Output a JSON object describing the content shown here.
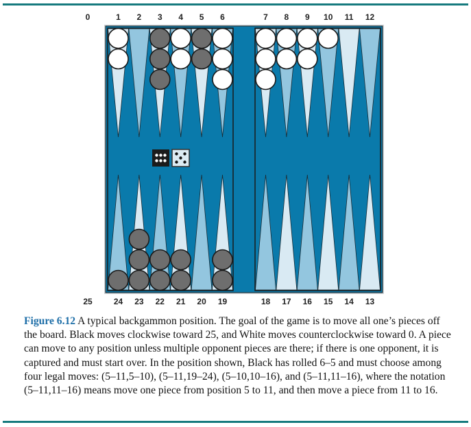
{
  "colors": {
    "board": "#0a7aab",
    "point_light": "#d9eaf3",
    "point_medium": "#93c6df",
    "white_checker": "#ffffff",
    "black_checker": "#6e6e6e",
    "rule": "#167a7e",
    "figure_label": "#1f6fa8"
  },
  "labels": {
    "top": [
      "1",
      "2",
      "3",
      "4",
      "5",
      "6",
      "7",
      "8",
      "9",
      "10",
      "11",
      "12"
    ],
    "bottom": [
      "24",
      "23",
      "22",
      "21",
      "20",
      "19",
      "18",
      "17",
      "16",
      "15",
      "14",
      "13"
    ],
    "top_bar": "0",
    "bottom_bar": "25"
  },
  "checkers": {
    "top": [
      {
        "point": 1,
        "color": "white",
        "count": 2
      },
      {
        "point": 3,
        "color": "black",
        "count": 3
      },
      {
        "point": 4,
        "color": "white",
        "count": 2
      },
      {
        "point": 5,
        "color": "black",
        "count": 2
      },
      {
        "point": 6,
        "color": "white",
        "count": 3
      },
      {
        "point": 7,
        "color": "white",
        "count": 3
      },
      {
        "point": 8,
        "color": "white",
        "count": 2
      },
      {
        "point": 9,
        "color": "white",
        "count": 2
      },
      {
        "point": 10,
        "color": "white",
        "count": 1
      }
    ],
    "bottom": [
      {
        "point": 24,
        "color": "black",
        "count": 1
      },
      {
        "point": 23,
        "color": "black",
        "count": 3
      },
      {
        "point": 22,
        "color": "black",
        "count": 2
      },
      {
        "point": 21,
        "color": "black",
        "count": 2
      },
      {
        "point": 19,
        "color": "black",
        "count": 2
      }
    ]
  },
  "dice": [
    {
      "value": 6,
      "color": "black"
    },
    {
      "value": 5,
      "color": "white"
    }
  ],
  "caption": {
    "label": "Figure 6.12",
    "text": "A typical backgammon position. The goal of the game is to move all one’s pieces off the board. Black moves clockwise toward 25, and White moves counterclockwise toward 0. A piece can move to any position unless multiple opponent pieces are there; if there is one opponent, it is captured and must start over. In the position shown, Black has rolled 6–5 and must choose among four legal moves: (5–11,5–10), (5–11,19–24), (5–10,10–16), and (5–11,11–16), where the notation (5–11,11–16) means move one piece from position 5 to 11, and then move a piece from 11 to 16."
  }
}
